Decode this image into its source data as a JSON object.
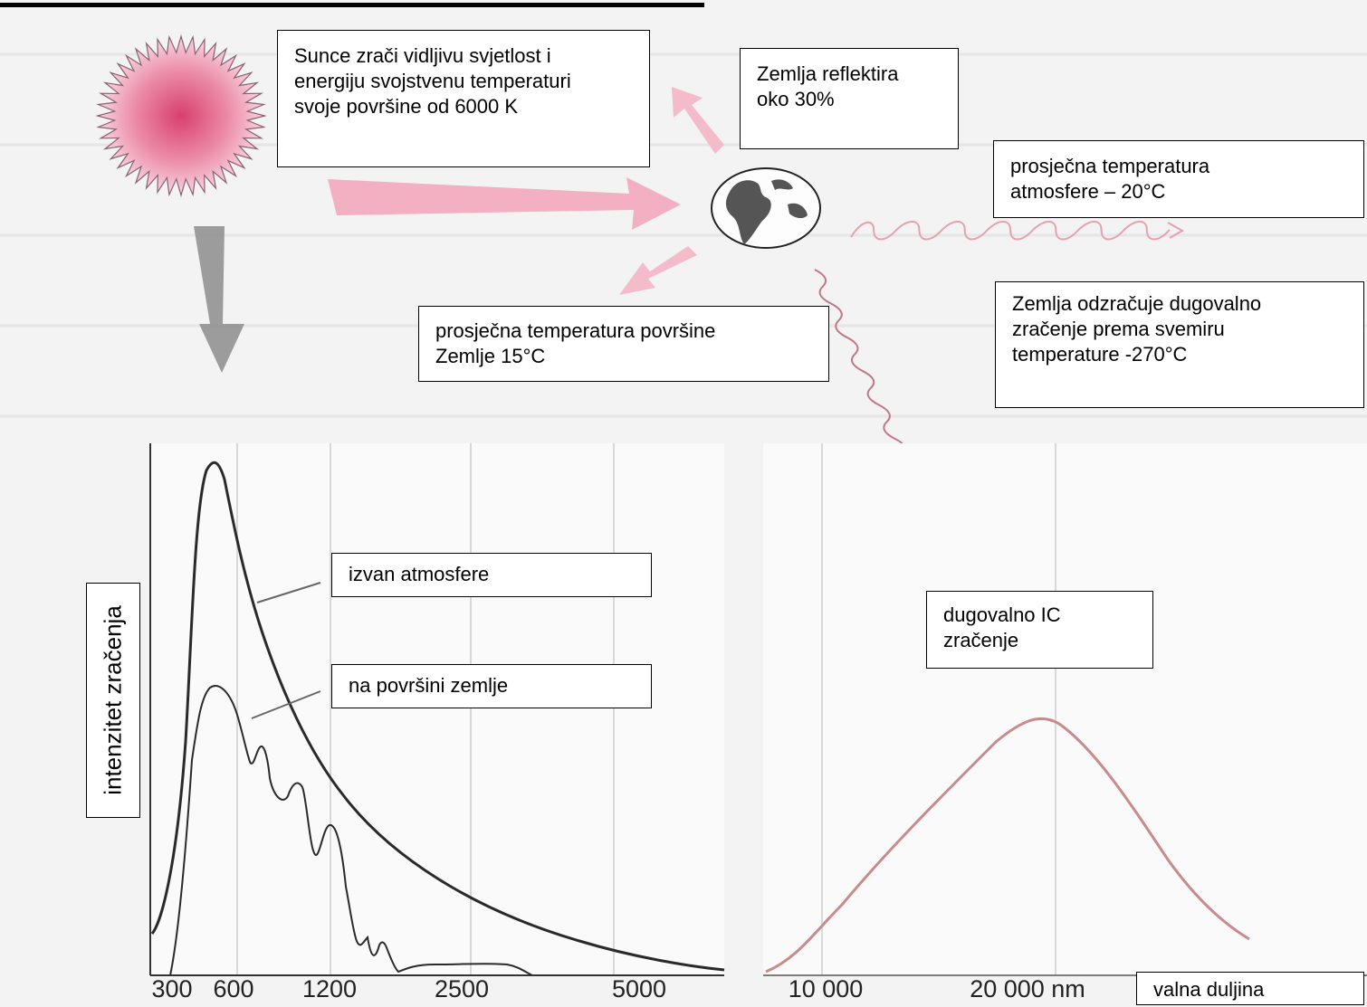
{
  "header": {
    "title_fragment": "g  y"
  },
  "labels": {
    "sun": "Sunce zrači vidljivu svjetlost i\nenergiju svojstvenu temperaturi\nsvoje površine od 6000 K",
    "reflect": "Zemlja reflektira\noko 30%",
    "atmosphere_temp": "prosječna temperatura\natmosfere – 20°C",
    "earth_emits": "Zemlja odzračuje dugovalno\nzračenje prema svemiru\ntemperature -270°C",
    "surface_temp": "prosječna temperatura površine\nZemlje 15°C",
    "outside_atmosphere": "izvan atmosfere",
    "on_surface": "na površini zemlje",
    "longwave_ir": "dugovalno IC\nzračenje",
    "y_axis": "intenzitet zračenja",
    "x_axis": "valna duljina"
  },
  "left_chart": {
    "ticks": [
      "300",
      "600",
      "1200",
      "2500",
      "5000"
    ]
  },
  "right_chart": {
    "ticks": [
      "10 000",
      "20 000 nm"
    ]
  },
  "colors": {
    "sun_pink": "#e0507a",
    "arrow_pink": "#f2b0c2",
    "arrow_gray": "#8c8c8c",
    "wave_pink": "#e6a0ae",
    "ir_curve": "#c98a8a",
    "spectrum_line": "#2a2a2a"
  },
  "icons": [
    "sun-icon",
    "earth-globe-icon"
  ]
}
